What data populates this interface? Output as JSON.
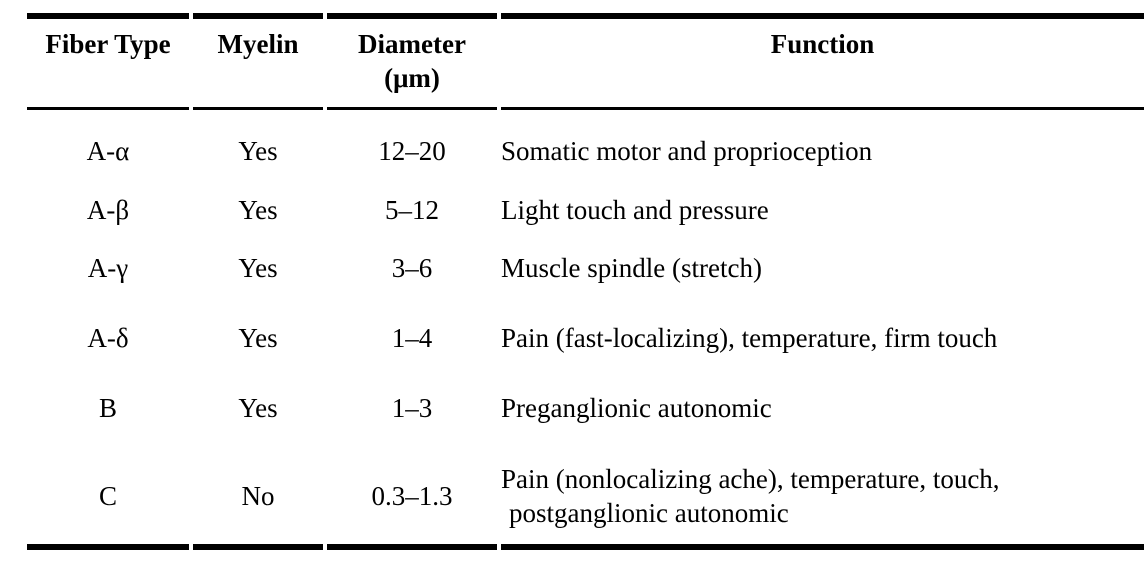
{
  "table": {
    "columns": [
      {
        "label": "Fiber Type",
        "sublabel": ""
      },
      {
        "label": "Myelin",
        "sublabel": ""
      },
      {
        "label": "Diameter",
        "sublabel": "(μm)"
      },
      {
        "label": "Function",
        "sublabel": ""
      }
    ],
    "rows": [
      {
        "fiber_type": "A-α",
        "myelin": "Yes",
        "diameter": "12–20",
        "function": "Somatic motor and proprioception"
      },
      {
        "fiber_type": "A-β",
        "myelin": "Yes",
        "diameter": "5–12",
        "function": "Light touch and pressure"
      },
      {
        "fiber_type": "A-γ",
        "myelin": "Yes",
        "diameter": "3–6",
        "function": "Muscle spindle (stretch)"
      },
      {
        "fiber_type": "A-δ",
        "myelin": "Yes",
        "diameter": "1–4",
        "function": "Pain (fast-localizing), temperature, firm touch"
      },
      {
        "fiber_type": "B",
        "myelin": "Yes",
        "diameter": "1–3",
        "function": "Preganglionic autonomic"
      },
      {
        "fiber_type": "C",
        "myelin": "No",
        "diameter": "0.3–1.3",
        "function": "Pain (nonlocalizing ache), temperature, touch, postganglionic autonomic"
      }
    ],
    "colors": {
      "text": "#000000",
      "background": "#ffffff",
      "rule": "#000000"
    }
  }
}
